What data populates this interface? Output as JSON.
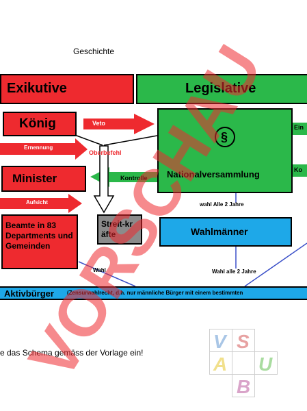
{
  "header": {
    "subject": "Geschichte"
  },
  "schema": {
    "exekutive": "Exikutive",
    "legislative": "Legislative",
    "koenig": "König",
    "veto": "Veto",
    "ernennung": "Ernennung",
    "oberbefehl": "Oberbefehl",
    "minister": "Minister",
    "kontrolle": "Kontrolle",
    "nationalversammlung": "Nationalversammlung",
    "paragraph": "§",
    "aufsicht": "Aufsicht",
    "beamte": "Beamte in 83 Departments und Gemeinden",
    "streitkraefte": "Streit-kräfte",
    "wahl_alle_2_jahre_top": "wahl Alle 2 Jahre",
    "wahlmaenner": "Wahlmänner",
    "wahl": "Wahl",
    "wahl_alle_2_jahre_bottom": "Wahl alle 2 Jahre",
    "aktivbuerger": "Aktivbürger",
    "aktivbuerger_note": "(Zensurwahlrecht, d.h. nur männliche Bürger mit einem bestimmten",
    "edge_label_1": "Ein",
    "edge_label_2": "Ko"
  },
  "instruction": "e das Schema gemäss der Vorlage ein!",
  "watermark": "VORSCHAU",
  "logo": {
    "letters": [
      "V",
      "S",
      "A",
      "U",
      "B"
    ]
  },
  "colors": {
    "red": "#ee2a2f",
    "green": "#2bb84a",
    "blue": "#1ea8e8",
    "grey": "#8b8b8b",
    "white": "#ffffff",
    "line_blue": "#3a4fc8"
  }
}
